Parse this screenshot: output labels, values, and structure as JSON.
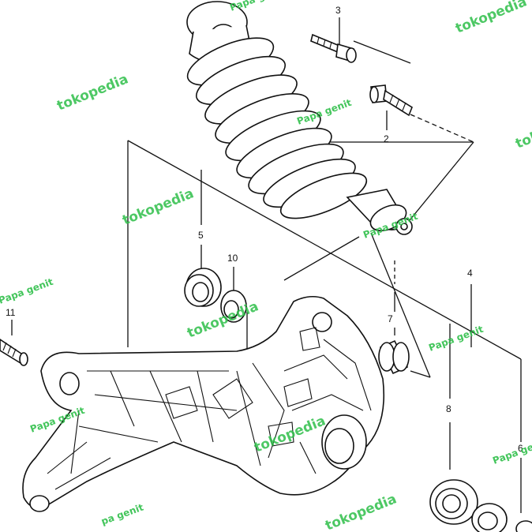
{
  "callouts": {
    "c1": "3",
    "c2": "2",
    "c3": "5",
    "c4": "10",
    "c5": "11",
    "c6": "4",
    "c7": "7",
    "c8": "8",
    "c9": "6"
  },
  "watermarks": {
    "brand": "tokopedia",
    "seller": "Papa genit",
    "seller_partial": "pa genit"
  },
  "colors": {
    "watermark": "#2fbf4a",
    "line": "#111111",
    "background": "#ffffff"
  }
}
